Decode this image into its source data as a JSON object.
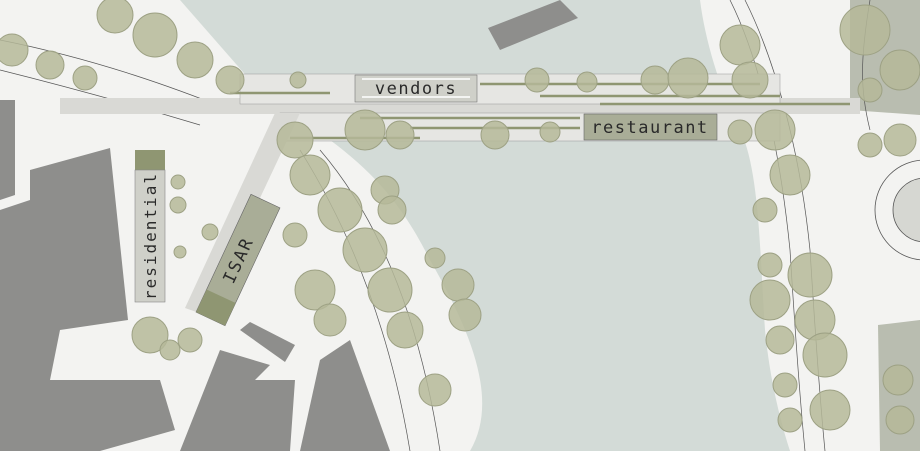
{
  "labels": {
    "vendors": "vendors",
    "restaurant": "restaurant",
    "residential": "residential",
    "isar": "ISAR"
  },
  "colors": {
    "ground": "#f3f3f1",
    "water": "#d3dbd7",
    "building": "#8e8e8c",
    "bridge": "#d9d9d5",
    "label_box": "#cfd0c9",
    "label_box_dark": "#a9ad97",
    "tree": "#b5b999",
    "accent_green": "#8f9672"
  }
}
